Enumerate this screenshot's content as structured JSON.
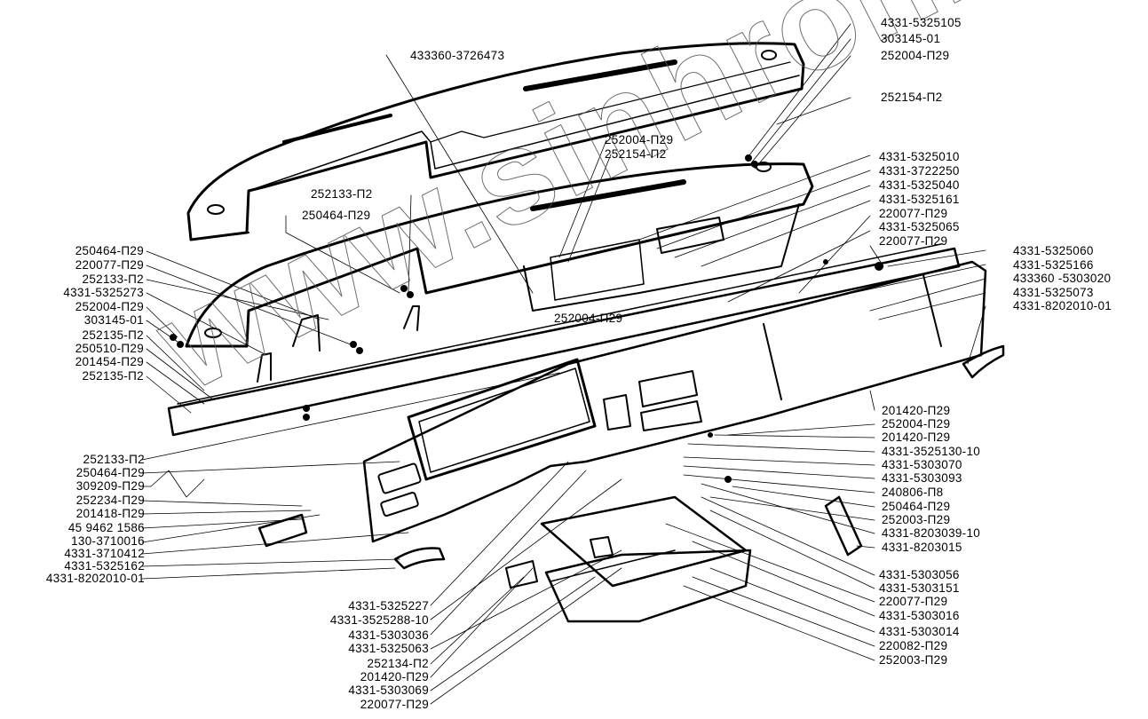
{
  "diagram": {
    "title": "Instrument panel exploded view",
    "watermark": "www.sinhron.kz",
    "labels": {
      "top_right": [
        "4331-5325105",
        "303145-01",
        "252004-П29",
        "252154-П2"
      ],
      "top_center": "433360-3726473",
      "mid_top": [
        "252004-П29",
        "252154-П2"
      ],
      "upper_left_pair": [
        "252133-П2",
        "250464-П29"
      ],
      "right_upper": [
        "4331-5325010",
        "4331-3722250",
        "4331-5325040",
        "4331-5325161",
        "220077-П29",
        "4331-5325065",
        "220077-П29"
      ],
      "right_mid": [
        "4331-5325060",
        "4331-5325166",
        "433360 -5303020",
        "4331-5325073",
        "4331-8202010-01"
      ],
      "left_upper": [
        "250464-П29",
        "220077-П29",
        "252133-П2",
        "4331-5325273",
        "252004-П29",
        "303145-01",
        "252135-П2",
        "250510-П29",
        "201454-П29",
        "252135-П2"
      ],
      "center_mid": "252004-П29",
      "right_lower": [
        "201420-П29",
        "252004-П29",
        "201420-П29",
        "4331-3525130-10",
        "4331-5303070",
        "4331-5303093",
        "240806-П8",
        "250464-П29",
        "252003-П29",
        "4331-8203039-10",
        "4331-8203015"
      ],
      "left_lower": [
        "252133-П2",
        "250464-П29",
        "309209-П29",
        "252234-П29",
        "201418-П29",
        "45 9462 1586",
        "130-3710016",
        "4331-3710412",
        "4331-5325162",
        "4331-8202010-01"
      ],
      "right_bottom": [
        "4331-5303056",
        "4331-5303151",
        "220077-П29",
        "4331-5303016",
        "4331-5303014",
        "220082-П29",
        "252003-П29"
      ],
      "bottom_center": [
        "4331-5325227",
        "4331-3525288-10",
        "4331-5303036",
        "4331-5325063",
        "252134-П2",
        "201420-П29",
        "4331-5303069",
        "220077-П29"
      ]
    }
  }
}
